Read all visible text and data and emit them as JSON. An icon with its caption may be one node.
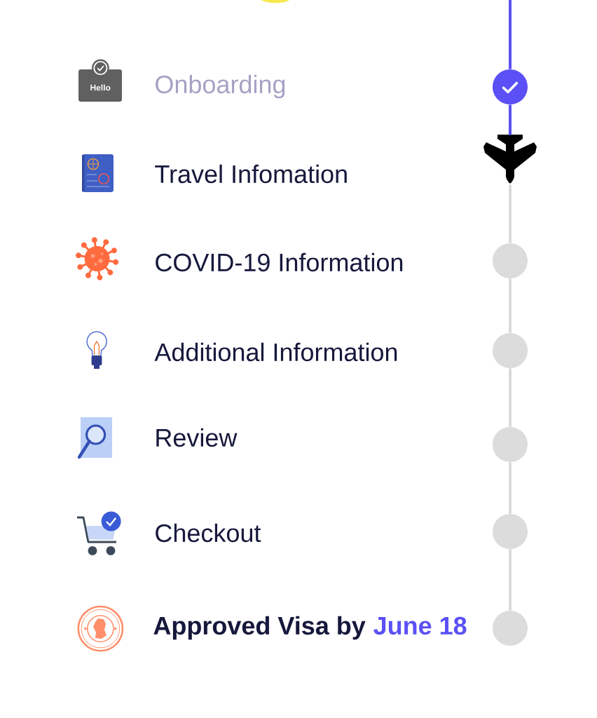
{
  "diagram": {
    "nodes": [
      {
        "text": [],
        "shape": "circle"
      },
      {
        "text": [],
        "shape": "airplane"
      },
      {
        "text": [],
        "shape": "circle"
      },
      {
        "text": [],
        "shape": "circle"
      },
      {
        "text": [],
        "shape": "circle"
      },
      {
        "text": [],
        "shape": "circle"
      },
      {
        "text": [],
        "shape": "circle"
      }
    ],
    "edges": [
      {
        "from": null,
        "to": 0,
        "arrow": "none",
        "color": "#5b50f5"
      },
      {
        "from": 0,
        "to": 1,
        "arrow": "none",
        "color": "#5b50f5"
      },
      {
        "from": 1,
        "to": 2,
        "arrow": "none"
      },
      {
        "from": 2,
        "to": 3,
        "arrow": "none"
      },
      {
        "from": 3,
        "to": 4,
        "arrow": "none"
      },
      {
        "from": 4,
        "to": 5,
        "arrow": "none"
      },
      {
        "from": 5,
        "to": 6,
        "arrow": "none"
      }
    ],
    "labels": [
      "Hello",
      "Onboarding",
      "Travel Infomation",
      "COVID-19 Information",
      "Additional Information",
      "Review",
      "Checkout",
      "Approved Visa by",
      "June 18"
    ]
  }
}
